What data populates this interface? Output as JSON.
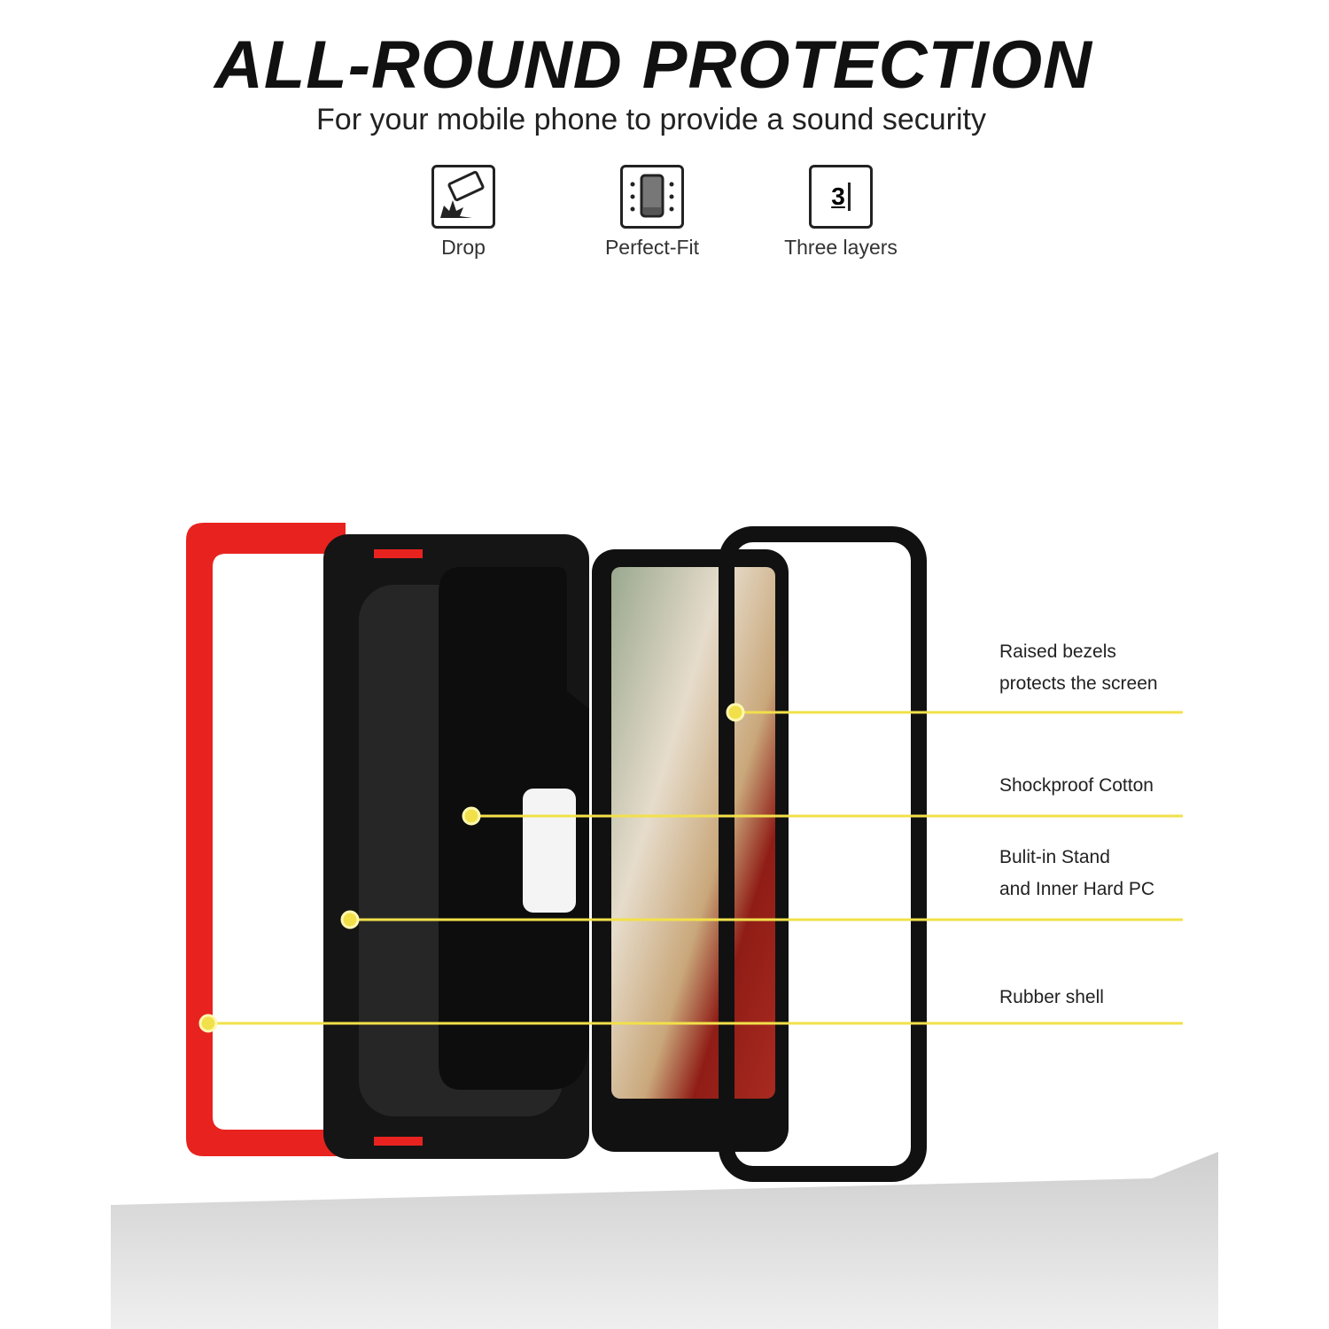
{
  "header": {
    "title": "ALL-ROUND PROTECTION",
    "subtitle": "For your mobile phone to provide a sound security"
  },
  "features": [
    {
      "icon": "drop-icon",
      "label": "Drop"
    },
    {
      "icon": "perfect-fit-icon",
      "label": "Perfect-Fit"
    },
    {
      "icon": "three-layers-icon",
      "label": "Three layers",
      "icon_text": "3"
    }
  ],
  "callouts": [
    {
      "line1": "Raised bezels",
      "line2": "protects the screen"
    },
    {
      "line1": "Shockproof Cotton"
    },
    {
      "line1": "Bulit-in Stand",
      "line2": "and Inner Hard PC"
    },
    {
      "line1": "Rubber shell"
    }
  ],
  "colors": {
    "accent_line": "#f2e04a",
    "rubber": "#e8231f",
    "case": "#151515"
  }
}
